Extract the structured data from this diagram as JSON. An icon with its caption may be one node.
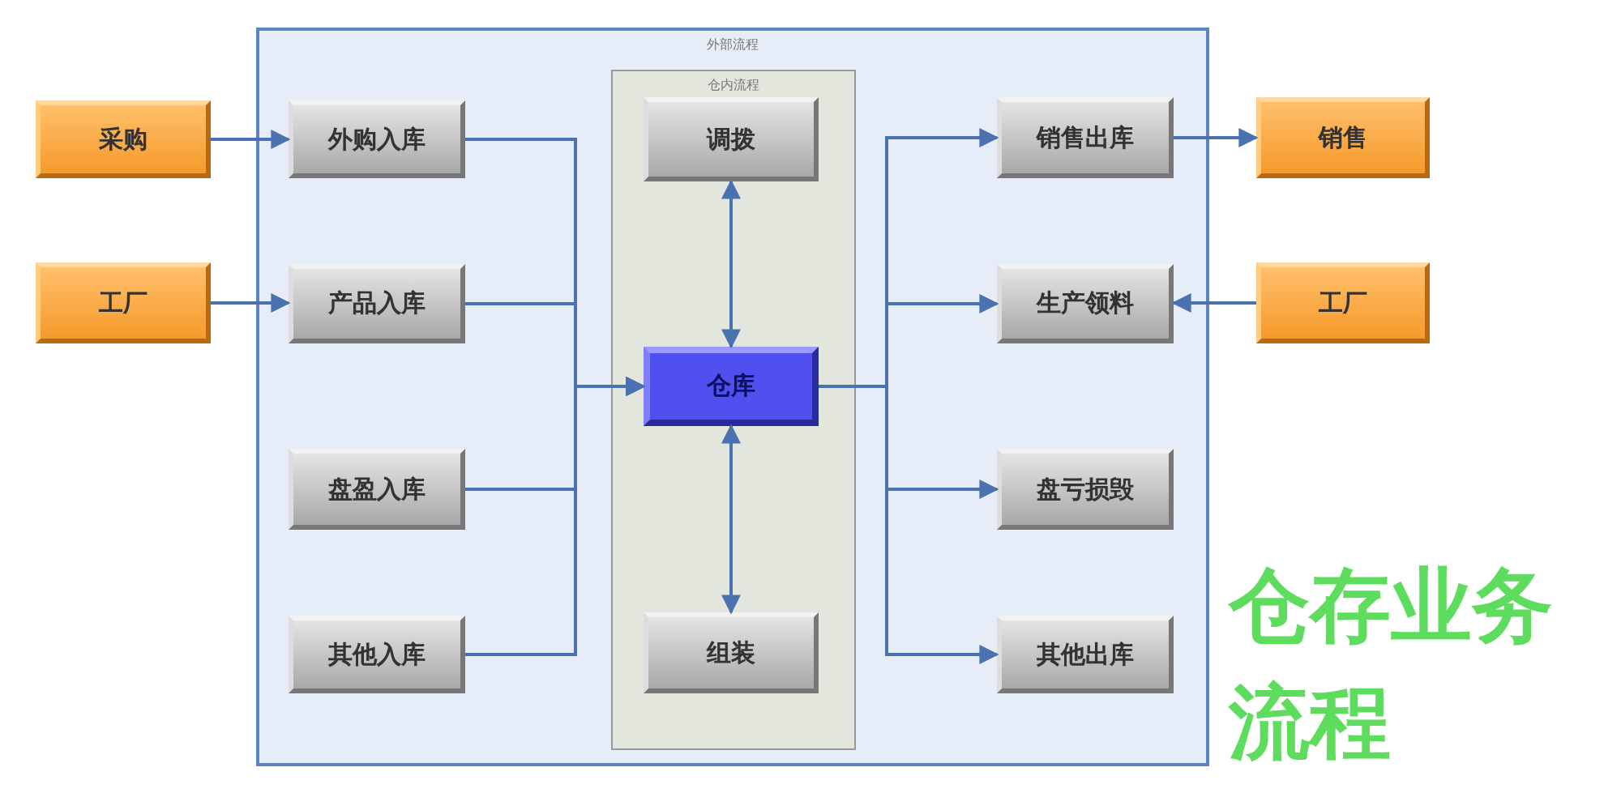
{
  "diagram": {
    "title": "仓存业务流程",
    "nodes": [
      {
        "text": [
          "外部流程"
        ]
      },
      {
        "text": [
          "仓内流程"
        ],
        "in": 0
      },
      {
        "text": [
          "采购"
        ]
      },
      {
        "text": [
          "工厂"
        ]
      },
      {
        "text": [
          "外购入库"
        ],
        "in": 0
      },
      {
        "text": [
          "产品入库"
        ],
        "in": 0
      },
      {
        "text": [
          "盘盈入库"
        ],
        "in": 0
      },
      {
        "text": [
          "其他入库"
        ],
        "in": 0
      },
      {
        "text": [
          "调拨"
        ],
        "in": 1
      },
      {
        "text": [
          "仓库"
        ],
        "in": 1
      },
      {
        "text": [
          "组装"
        ],
        "in": 1
      },
      {
        "text": [
          "销售出库"
        ],
        "in": 0
      },
      {
        "text": [
          "生产领料"
        ],
        "in": 0
      },
      {
        "text": [
          "盘亏损毁"
        ],
        "in": 0
      },
      {
        "text": [
          "其他出库"
        ],
        "in": 0
      },
      {
        "text": [
          "销售"
        ]
      },
      {
        "text": [
          "工厂"
        ]
      }
    ],
    "edges": [
      {
        "from": 2,
        "to": 4,
        "arrow": "to"
      },
      {
        "from": 3,
        "to": 5,
        "arrow": "to"
      },
      {
        "from": 4,
        "to": 9,
        "arrow": "to"
      },
      {
        "from": 5,
        "to": 9,
        "arrow": "to"
      },
      {
        "from": 6,
        "to": 9,
        "arrow": "to"
      },
      {
        "from": 7,
        "to": 9,
        "arrow": "to"
      },
      {
        "from": 9,
        "to": 8,
        "arrow": "both"
      },
      {
        "from": 9,
        "to": 10,
        "arrow": "both"
      },
      {
        "from": 9,
        "to": 11,
        "arrow": "to"
      },
      {
        "from": 9,
        "to": 12,
        "arrow": "to"
      },
      {
        "from": 9,
        "to": 13,
        "arrow": "to"
      },
      {
        "from": 9,
        "to": 14,
        "arrow": "to"
      },
      {
        "from": 11,
        "to": 15,
        "arrow": "to"
      },
      {
        "from": 16,
        "to": 12,
        "arrow": "to"
      }
    ]
  }
}
